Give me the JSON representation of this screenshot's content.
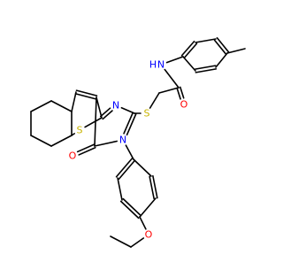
{
  "molecule": {
    "atom_labels": {
      "S_thiophene": "S",
      "N_pyrimidine": "N",
      "N_amide_ring": "N",
      "O_carbonyl_ring": "O",
      "S_thioether": "S",
      "O_amide": "O",
      "NH_amide": "N",
      "H_amide": "H",
      "O_ether": "O"
    },
    "colors": {
      "bond": "#000000",
      "S": "#c8b400",
      "N": "#0000ff",
      "O": "#ff0000",
      "H": "#0000ff"
    }
  }
}
